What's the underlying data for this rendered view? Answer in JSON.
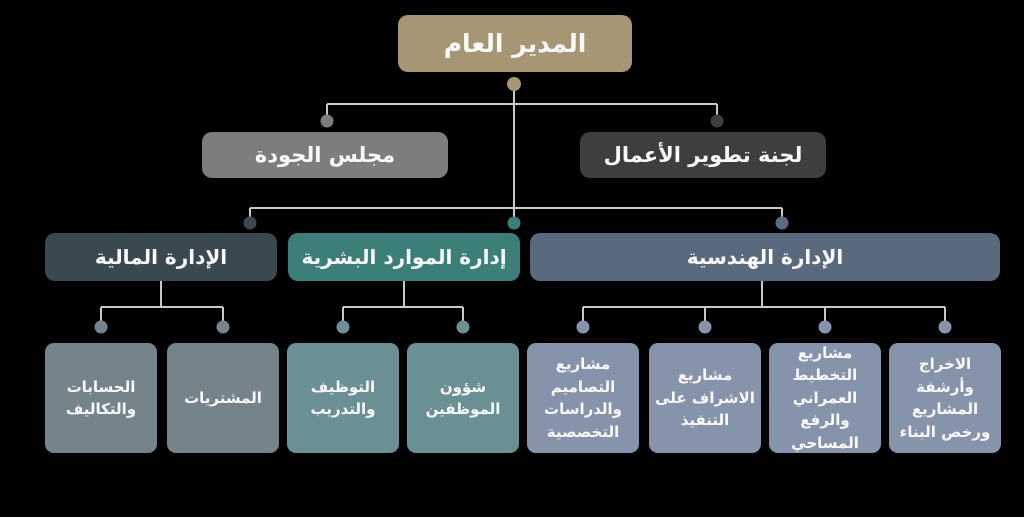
{
  "org": {
    "root": {
      "label": "المدير العام"
    },
    "committees": [
      {
        "label": "مجلس الجودة"
      },
      {
        "label": "لجنة تطوير الأعمال"
      }
    ],
    "departments": [
      {
        "label": "الإدارة المالية",
        "children": [
          {
            "label": "الحسابات والتكاليف"
          },
          {
            "label": "المشتريات"
          }
        ]
      },
      {
        "label": "إدارة الموارد البشرية",
        "children": [
          {
            "label": "التوظيف والتدريب"
          },
          {
            "label": "شؤون الموظفين"
          }
        ]
      },
      {
        "label": "الإدارة الهندسية",
        "children": [
          {
            "label": "مشاريع التصاميم والدراسات التخصصية"
          },
          {
            "label": "مشاريع الاشراف على التنفيذ"
          },
          {
            "label": "مشاريع التخطيط العمراني والرفع المساحي"
          },
          {
            "label": "الاخراج وأرشفة المشاريع ورخص البناء"
          }
        ]
      }
    ]
  },
  "colors": {
    "background": "#000000",
    "text": "#fafafa",
    "connector_line": "#c9c9c7",
    "root_box": "#a79674",
    "quality_council_box": "#7d7d80",
    "business_dev_box": "#3e3e40",
    "finance_box": "#3a4950",
    "hr_box": "#3b7f78",
    "engineering_box": "#596a7e",
    "finance_child_box": "#75848b",
    "hr_child_box": "#6b9093",
    "engineering_child_box": "#8694ab"
  }
}
